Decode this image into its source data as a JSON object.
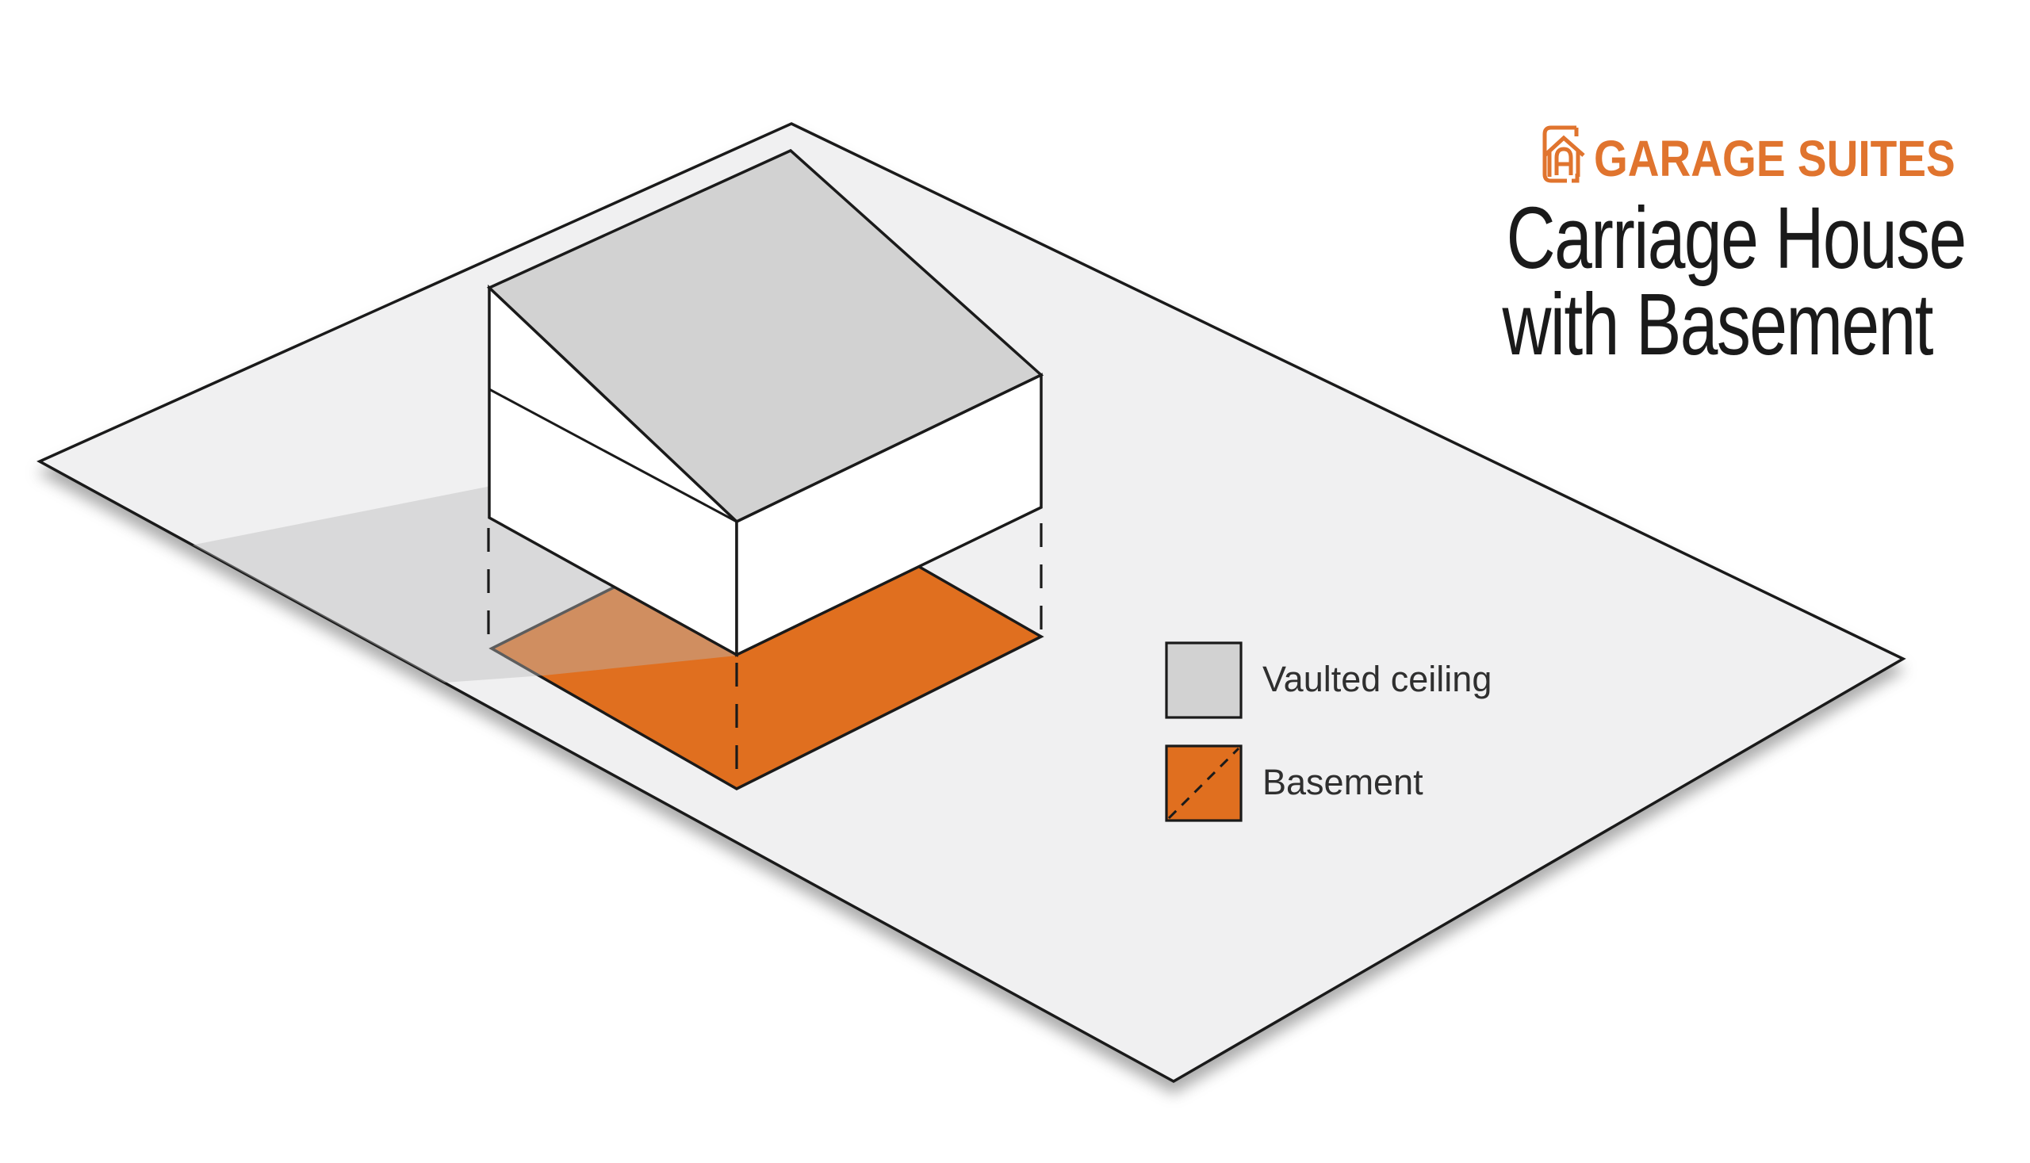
{
  "brand": {
    "name": "GARAGE SUITES",
    "icon": "house-in-frame-icon"
  },
  "title": {
    "line1": "Carriage House",
    "line2": "with Basement"
  },
  "legend": {
    "items": [
      {
        "label": "Vaulted ceiling",
        "swatch": "gray-square"
      },
      {
        "label": "Basement",
        "swatch": "orange-square-dashed-diagonal"
      }
    ]
  },
  "colors": {
    "brand_orange": "#E0742E",
    "basement_orange": "#E06F1F",
    "roof_gray": "#D2D2D2",
    "ground_gray": "#F0F0F1",
    "wall_white": "#FFFFFF",
    "outline_black": "#1A1A1A",
    "shadow_gray": "#B9B9B9",
    "title_text": "#1A1A1A",
    "legend_text": "#2F2F2F"
  }
}
